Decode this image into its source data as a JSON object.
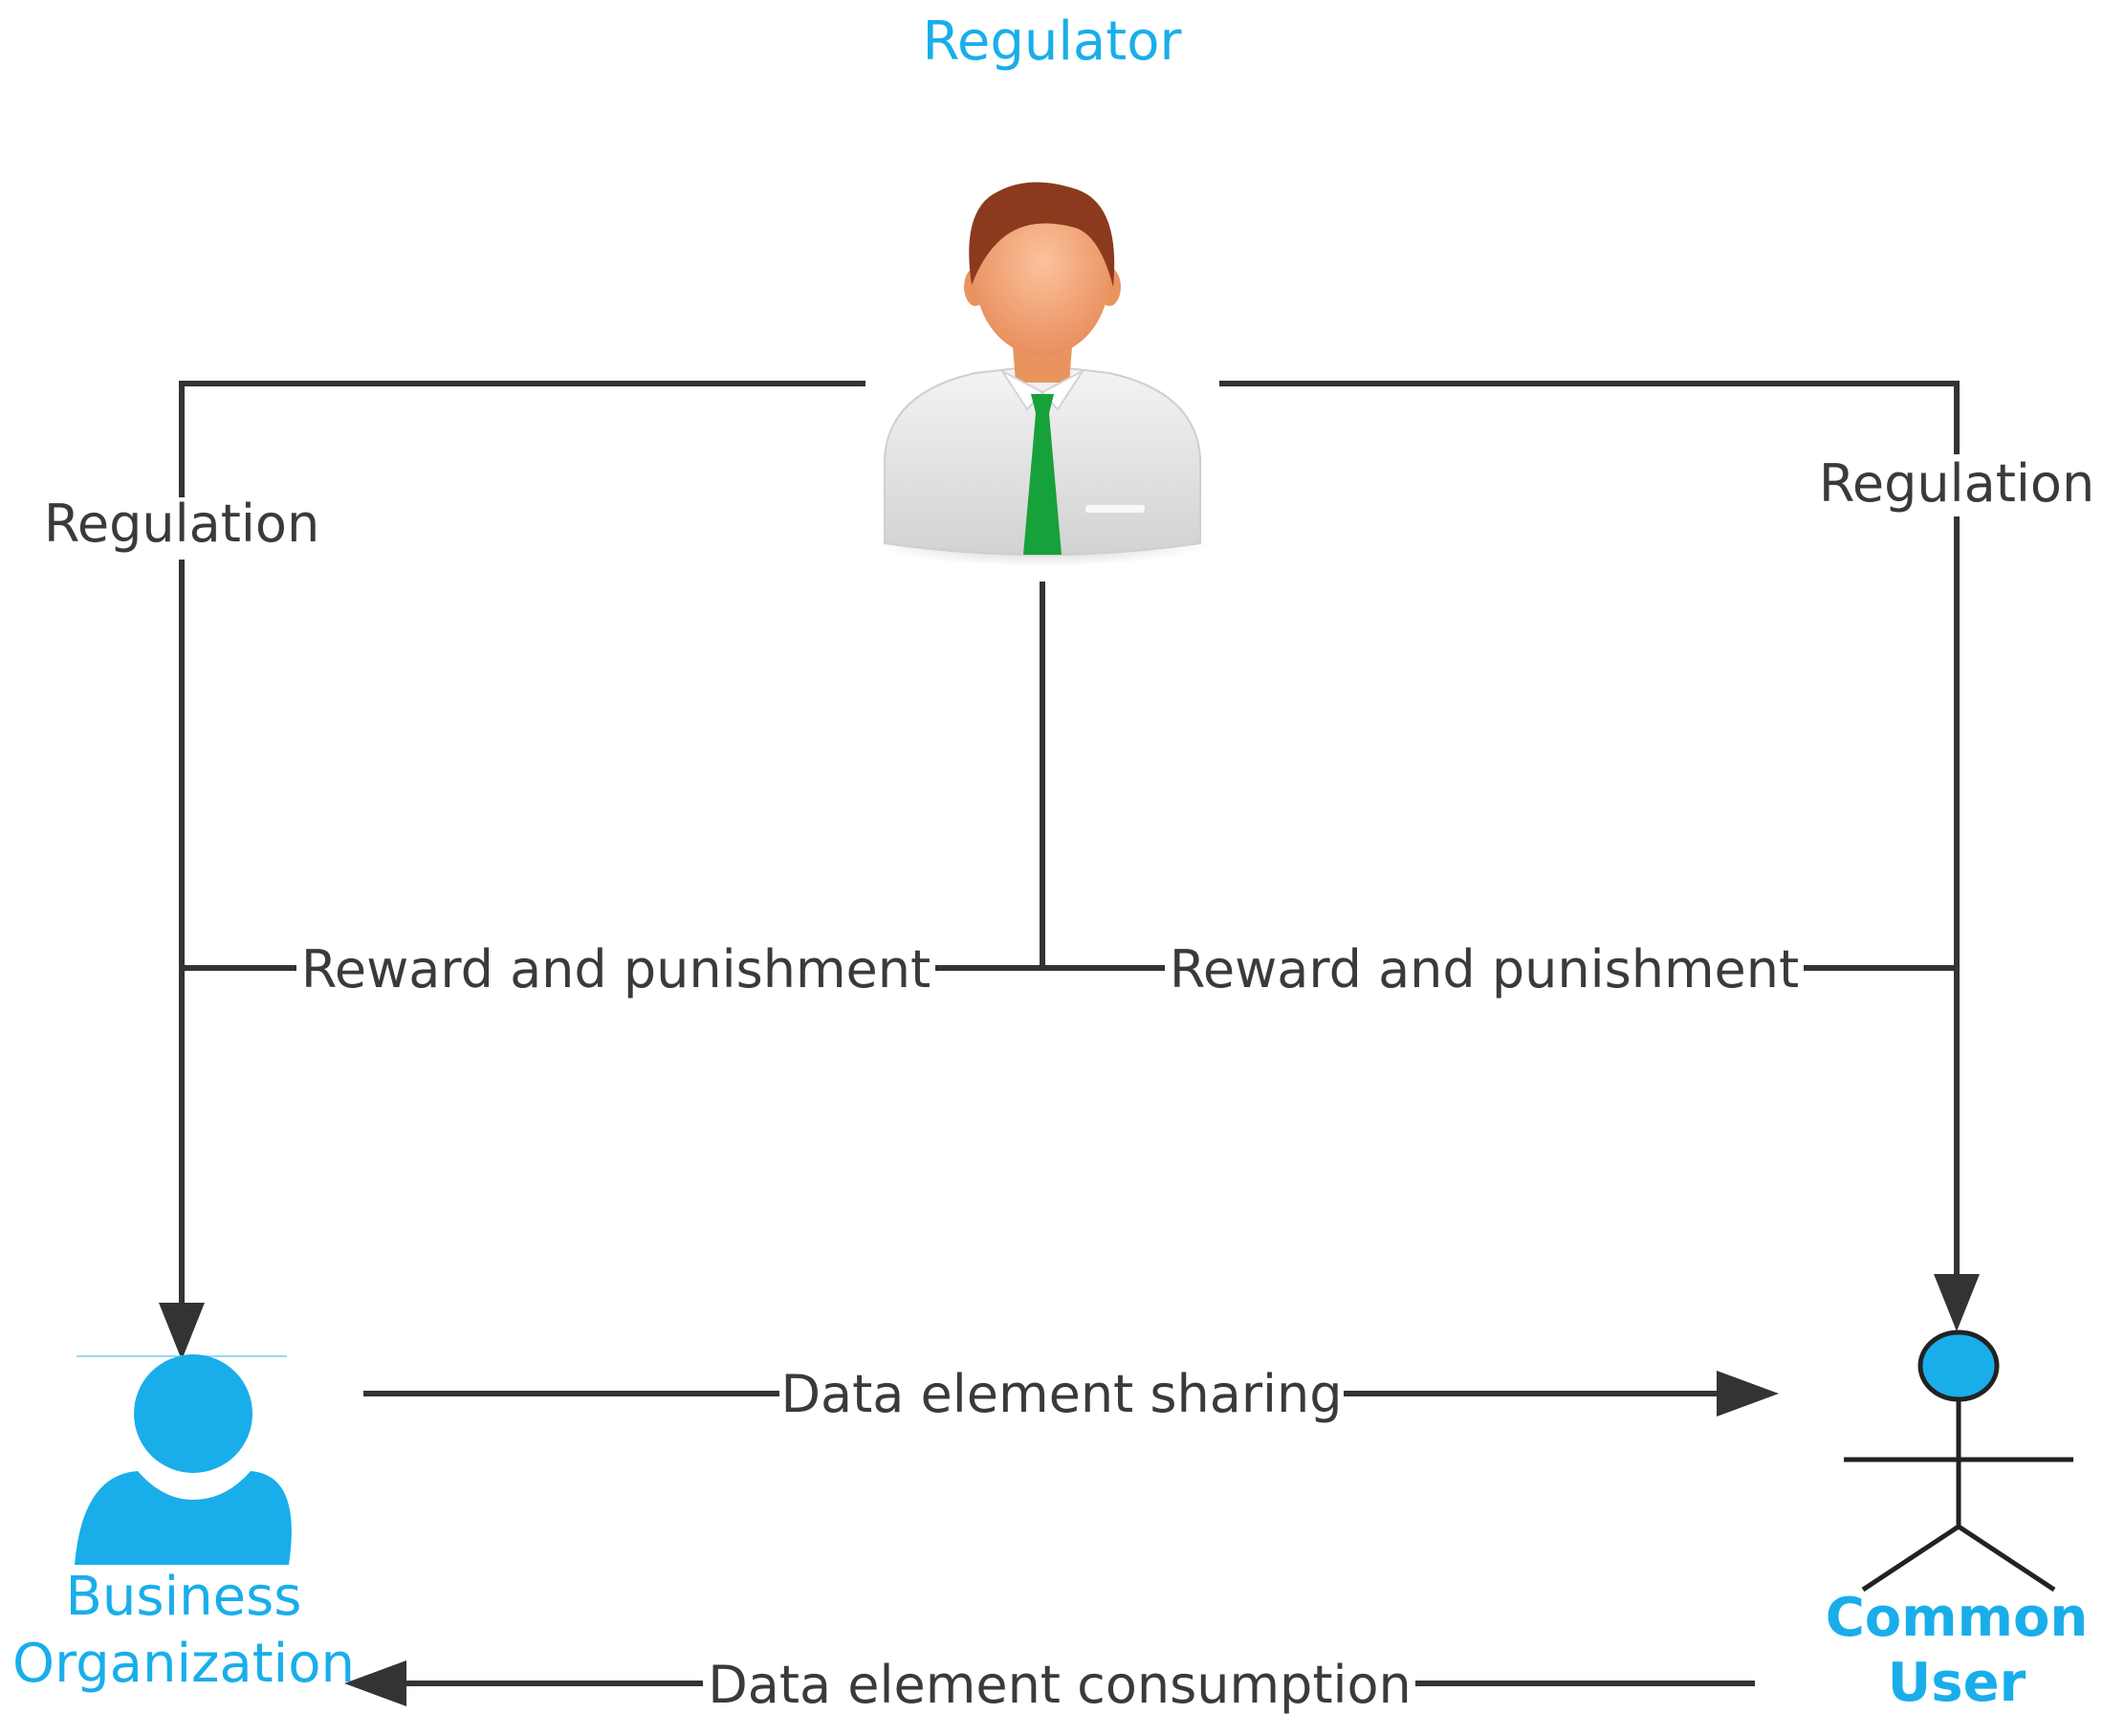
{
  "actors": {
    "regulator": {
      "label": "Regulator",
      "icon": "businessman-icon"
    },
    "business": {
      "label_line1": "Business",
      "label_line2": "Organization",
      "icon": "person-silhouette-icon"
    },
    "user": {
      "label_line1": "Common",
      "label_line2": "User",
      "icon": "stick-figure-icon"
    }
  },
  "edges": {
    "regulation_left": "Regulation",
    "regulation_right": "Regulation",
    "reward_left": "Reward and punishment",
    "reward_right": "Reward and punishment",
    "sharing": "Data element sharing",
    "consumption": "Data element consumption"
  },
  "colors": {
    "accent": "#19AEEA",
    "line": "#333333",
    "text": "#3a3a3a",
    "tie": "#17A13A",
    "hair": "#8B3A1E",
    "skin": "#F6A77A"
  }
}
